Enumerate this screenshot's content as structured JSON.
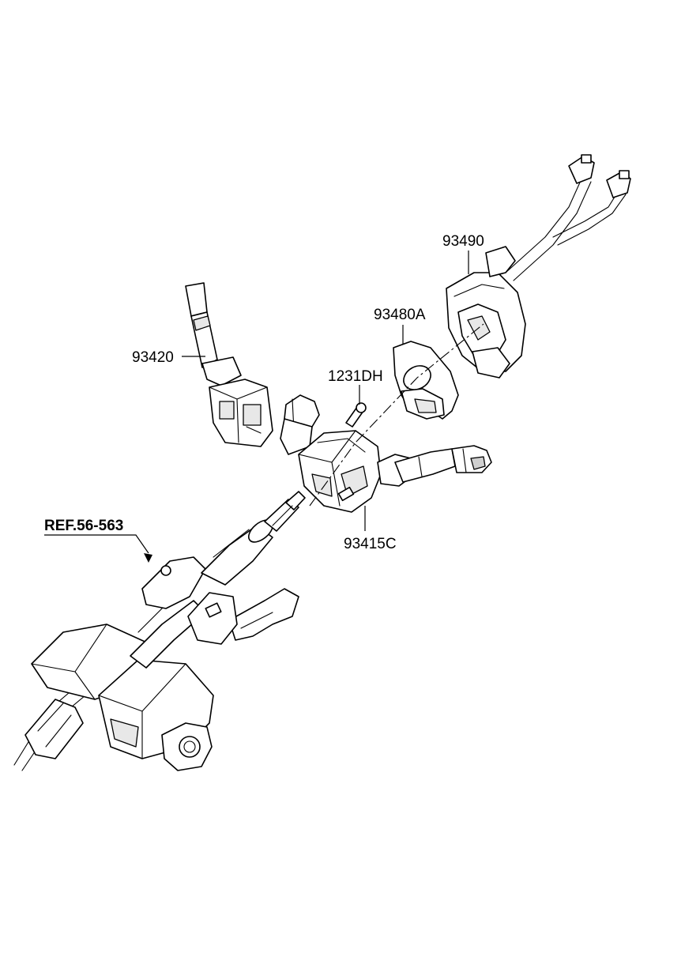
{
  "diagram": {
    "labels": {
      "p93490": "93490",
      "p93480A": "93480A",
      "p93420": "93420",
      "p1231DH": "1231DH",
      "p93415C": "93415C",
      "ref": "REF.56-563"
    },
    "colors": {
      "line": "#000000",
      "background": "#ffffff"
    }
  }
}
